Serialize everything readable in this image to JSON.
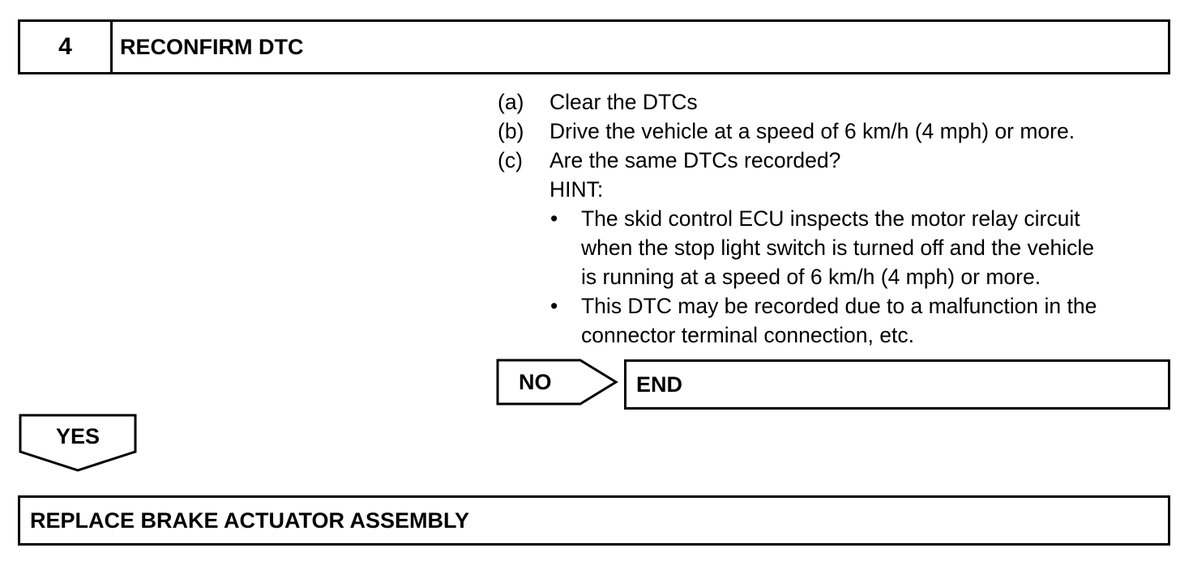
{
  "step": {
    "number": "4",
    "title": "RECONFIRM DTC"
  },
  "procedure": {
    "steps": [
      {
        "letter": "(a)",
        "text": "Clear the DTCs"
      },
      {
        "letter": "(b)",
        "text": "Drive the vehicle at a speed of 6 km/h (4 mph) or more."
      },
      {
        "letter": "(c)",
        "text": "Are the same DTCs recorded?"
      }
    ],
    "hint_label": "HINT:",
    "hints": [
      {
        "bullet": "•",
        "lines": [
          "The skid control ECU inspects the motor relay circuit",
          "when the stop light switch is turned off and the vehicle",
          "is running at a speed of 6 km/h (4 mph) or more."
        ]
      },
      {
        "bullet": "•",
        "lines": [
          "This DTC may be recorded due to a malfunction in the",
          "connector terminal connection, etc."
        ]
      }
    ]
  },
  "no_branch": {
    "label": "NO",
    "result": "END"
  },
  "yes_branch": {
    "label": "YES"
  },
  "action": {
    "label": "REPLACE BRAKE ACTUATOR ASSEMBLY"
  }
}
